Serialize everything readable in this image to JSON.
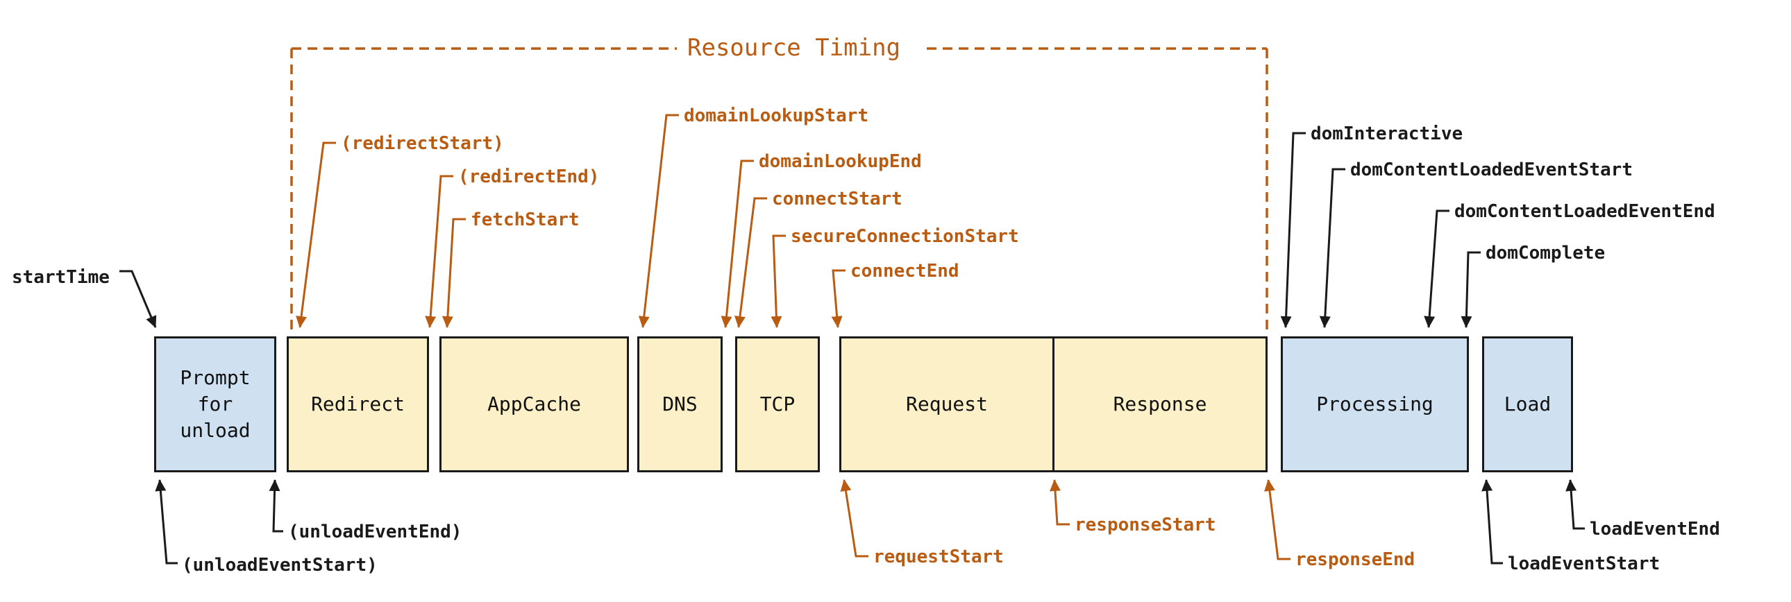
{
  "diagram_title": "Resource Timing",
  "colors": {
    "orange_accent": "#b95c12",
    "label_black": "#1a1a1a",
    "box_tan_fill": "#fcf0c8",
    "box_blue_fill": "#cfe0f0",
    "box_border": "#1a1a1a",
    "background": "#ffffff"
  },
  "phase_boxes": [
    {
      "label": "Prompt\nfor\nunload",
      "kind": "navigation-blue"
    },
    {
      "label": "Redirect",
      "kind": "resource-tan"
    },
    {
      "label": "AppCache",
      "kind": "resource-tan"
    },
    {
      "label": "DNS",
      "kind": "resource-tan"
    },
    {
      "label": "TCP",
      "kind": "resource-tan"
    },
    {
      "label": "Request",
      "kind": "resource-tan"
    },
    {
      "label": "Response",
      "kind": "resource-tan"
    },
    {
      "label": "Processing",
      "kind": "navigation-blue"
    },
    {
      "label": "Load",
      "kind": "navigation-blue"
    }
  ],
  "timing_labels": {
    "start_time": "startTime",
    "redirect_start": "(redirectStart)",
    "redirect_end": "(redirectEnd)",
    "fetch_start": "fetchStart",
    "domain_lookup_start": "domainLookupStart",
    "domain_lookup_end": "domainLookupEnd",
    "connect_start": "connectStart",
    "secure_connection_start": "secureConnectionStart",
    "connect_end": "connectEnd",
    "dom_interactive": "domInteractive",
    "dom_content_loaded_event_start": "domContentLoadedEventStart",
    "dom_content_loaded_event_end": "domContentLoadedEventEnd",
    "dom_complete": "domComplete",
    "unload_event_start": "(unloadEventStart)",
    "unload_event_end": "(unloadEventEnd)",
    "request_start": "requestStart",
    "response_start": "responseStart",
    "response_end": "responseEnd",
    "load_event_start": "loadEventStart",
    "load_event_end": "loadEventEnd"
  }
}
